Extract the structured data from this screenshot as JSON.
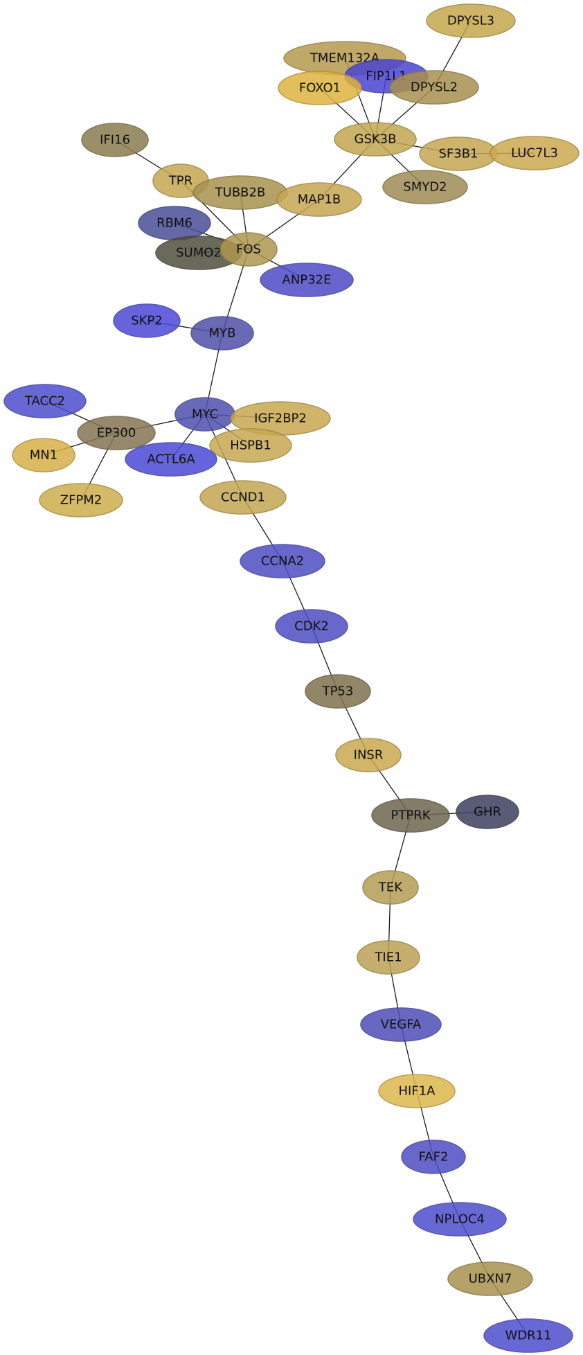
{
  "diagram": {
    "nodes": [
      {
        "id": "DPYSL3",
        "label": "DPYSL3",
        "color": "#C6A84C"
      },
      {
        "id": "TMEM132A",
        "label": "TMEM132A",
        "color": "#B69B4E"
      },
      {
        "id": "FIP1L1",
        "label": "FIP1L1",
        "color": "#4B45D4"
      },
      {
        "id": "FOXO1",
        "label": "FOXO1",
        "color": "#DDB440"
      },
      {
        "id": "DPYSL2",
        "label": "DPYSL2",
        "color": "#A8914F"
      },
      {
        "id": "GSK3B",
        "label": "GSK3B",
        "color": "#C3A650"
      },
      {
        "id": "SF3B1",
        "label": "SF3B1",
        "color": "#C5A652"
      },
      {
        "id": "LUC7L3",
        "label": "LUC7L3",
        "color": "#CCAA50"
      },
      {
        "id": "SMYD2",
        "label": "SMYD2",
        "color": "#9E8B55"
      },
      {
        "id": "IFI16",
        "label": "IFI16",
        "color": "#8A7C50"
      },
      {
        "id": "TPR",
        "label": "TPR",
        "color": "#C6A852"
      },
      {
        "id": "TUBB2B",
        "label": "TUBB2B",
        "color": "#A8924F"
      },
      {
        "id": "MAP1B",
        "label": "MAP1B",
        "color": "#C6A652"
      },
      {
        "id": "RBM6",
        "label": "RBM6",
        "color": "#4B4E98"
      },
      {
        "id": "SUMO2",
        "label": "SUMO2",
        "color": "#4F4F40"
      },
      {
        "id": "FOS",
        "label": "FOS",
        "color": "#AE9750"
      },
      {
        "id": "ANP32E",
        "label": "ANP32E",
        "color": "#4E4CC6"
      },
      {
        "id": "SKP2",
        "label": "SKP2",
        "color": "#4C48D6"
      },
      {
        "id": "MYB",
        "label": "MYB",
        "color": "#5050AA"
      },
      {
        "id": "TACC2",
        "label": "TACC2",
        "color": "#4E4ECD"
      },
      {
        "id": "MYC",
        "label": "MYC",
        "color": "#5050B0"
      },
      {
        "id": "IGF2BP2",
        "label": "IGF2BP2",
        "color": "#C7A850"
      },
      {
        "id": "EP300",
        "label": "EP300",
        "color": "#857552"
      },
      {
        "id": "HSPB1",
        "label": "HSPB1",
        "color": "#C7A852"
      },
      {
        "id": "ACTL6A",
        "label": "ACTL6A",
        "color": "#4B4AD4"
      },
      {
        "id": "MN1",
        "label": "MN1",
        "color": "#D6B048"
      },
      {
        "id": "ZFPM2",
        "label": "ZFPM2",
        "color": "#CDAD4D"
      },
      {
        "id": "CCND1",
        "label": "CCND1",
        "color": "#C3A652"
      },
      {
        "id": "CCNA2",
        "label": "CCNA2",
        "color": "#4E4EC4"
      },
      {
        "id": "CDK2",
        "label": "CDK2",
        "color": "#4E4EC4"
      },
      {
        "id": "TP53",
        "label": "TP53",
        "color": "#7F7250"
      },
      {
        "id": "INSR",
        "label": "INSR",
        "color": "#C9A950"
      },
      {
        "id": "PTPRK",
        "label": "PTPRK",
        "color": "#6E6650"
      },
      {
        "id": "GHR",
        "label": "GHR",
        "color": "#3E3F60"
      },
      {
        "id": "TEK",
        "label": "TEK",
        "color": "#B49D55"
      },
      {
        "id": "TIE1",
        "label": "TIE1",
        "color": "#BCA155"
      },
      {
        "id": "VEGFA",
        "label": "VEGFA",
        "color": "#4E4EB8"
      },
      {
        "id": "HIF1A",
        "label": "HIF1A",
        "color": "#DDB84D"
      },
      {
        "id": "FAF2",
        "label": "FAF2",
        "color": "#4E4EC4"
      },
      {
        "id": "NPLOC4",
        "label": "NPLOC4",
        "color": "#4E4ECD"
      },
      {
        "id": "UBXN7",
        "label": "UBXN7",
        "color": "#A8924F"
      },
      {
        "id": "WDR11",
        "label": "WDR11",
        "color": "#4E4ECD"
      }
    ],
    "edges": [
      [
        "DPYSL3",
        "DPYSL2"
      ],
      [
        "TMEM132A",
        "GSK3B"
      ],
      [
        "FIP1L1",
        "GSK3B"
      ],
      [
        "FOXO1",
        "GSK3B"
      ],
      [
        "DPYSL2",
        "GSK3B"
      ],
      [
        "GSK3B",
        "SF3B1"
      ],
      [
        "SF3B1",
        "LUC7L3"
      ],
      [
        "GSK3B",
        "SMYD2"
      ],
      [
        "GSK3B",
        "MAP1B"
      ],
      [
        "IFI16",
        "TPR"
      ],
      [
        "TPR",
        "FOS"
      ],
      [
        "TUBB2B",
        "FOS"
      ],
      [
        "MAP1B",
        "FOS"
      ],
      [
        "RBM6",
        "FOS"
      ],
      [
        "SUMO2",
        "FOS"
      ],
      [
        "FOS",
        "ANP32E"
      ],
      [
        "FOS",
        "MYB"
      ],
      [
        "SKP2",
        "MYB"
      ],
      [
        "MYB",
        "MYC"
      ],
      [
        "TACC2",
        "EP300"
      ],
      [
        "EP300",
        "MYC"
      ],
      [
        "MN1",
        "EP300"
      ],
      [
        "ZFPM2",
        "EP300"
      ],
      [
        "MYC",
        "IGF2BP2"
      ],
      [
        "MYC",
        "HSPB1"
      ],
      [
        "MYC",
        "ACTL6A"
      ],
      [
        "MYC",
        "CCND1"
      ],
      [
        "CCND1",
        "CCNA2"
      ],
      [
        "CCNA2",
        "CDK2"
      ],
      [
        "CDK2",
        "TP53"
      ],
      [
        "TP53",
        "INSR"
      ],
      [
        "INSR",
        "PTPRK"
      ],
      [
        "PTPRK",
        "GHR"
      ],
      [
        "PTPRK",
        "TEK"
      ],
      [
        "TEK",
        "TIE1"
      ],
      [
        "TIE1",
        "VEGFA"
      ],
      [
        "VEGFA",
        "HIF1A"
      ],
      [
        "HIF1A",
        "FAF2"
      ],
      [
        "FAF2",
        "NPLOC4"
      ],
      [
        "NPLOC4",
        "UBXN7"
      ],
      [
        "UBXN7",
        "WDR11"
      ]
    ]
  }
}
